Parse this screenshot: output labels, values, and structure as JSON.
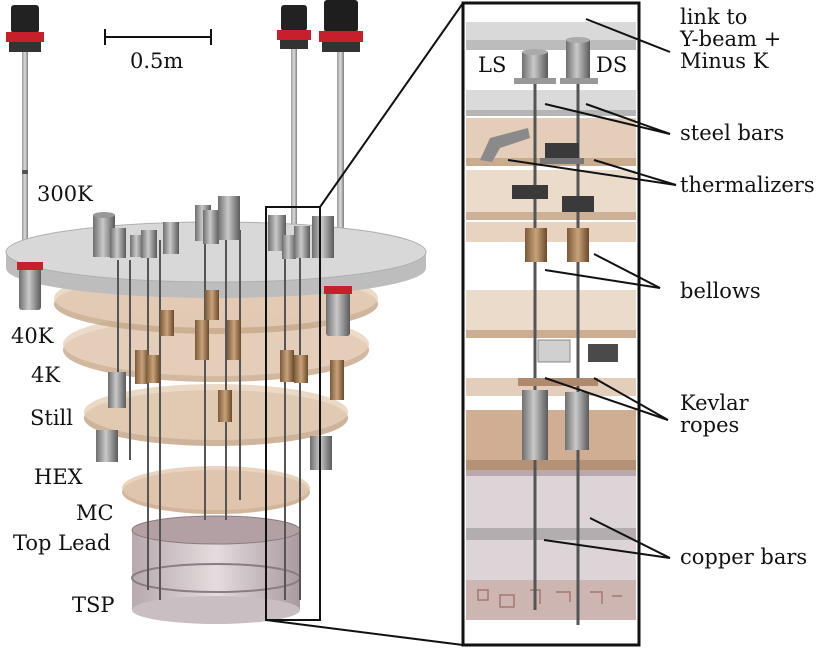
{
  "figure": {
    "scale_bar_label": "0.5m",
    "stage_labels": [
      "300K",
      "40K",
      "4K",
      "Still",
      "HEX",
      "MC",
      "Top Lead",
      "TSP"
    ],
    "inset_labels": {
      "ls": "LS",
      "ds": "DS"
    },
    "callouts": [
      {
        "id": "link",
        "text": "link to\nY-beam +\nMinus K"
      },
      {
        "id": "steel",
        "text": "steel bars"
      },
      {
        "id": "therm",
        "text": "thermalizers"
      },
      {
        "id": "bellows",
        "text": "bellows"
      },
      {
        "id": "kevlar",
        "text": "Kevlar\nropes"
      },
      {
        "id": "copper",
        "text": "copper bars"
      }
    ]
  }
}
